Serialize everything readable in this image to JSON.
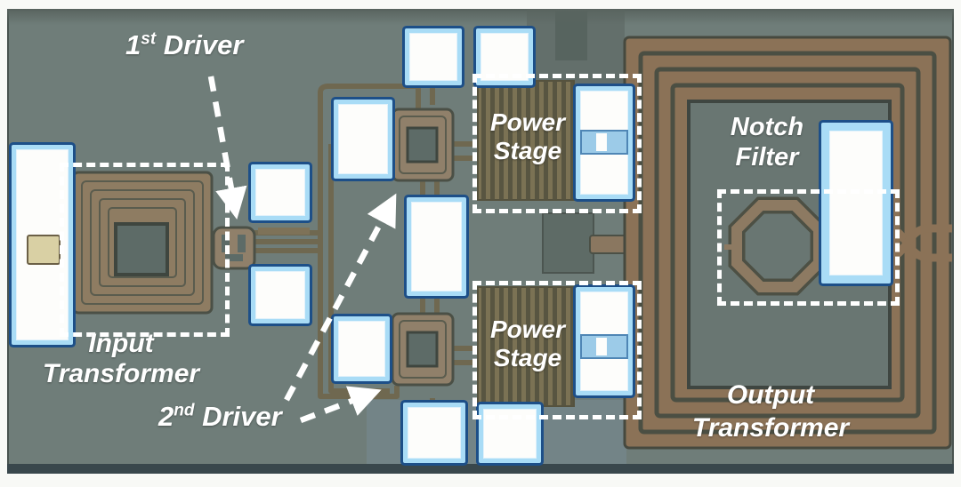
{
  "figure_kind": "annotated chip die micrograph of a power amplifier",
  "annotations": {
    "first_driver": {
      "base": "1",
      "sup": "st",
      "rest": " Driver"
    },
    "second_driver": {
      "base": "2",
      "sup": "nd",
      "rest": " Driver"
    },
    "input_transformer": {
      "line1": "Input",
      "line2": "Transformer"
    },
    "power_stage_top": {
      "line1": "Power",
      "line2": "Stage"
    },
    "power_stage_bottom": {
      "line1": "Power",
      "line2": "Stage"
    },
    "notch_filter": {
      "line1": "Notch",
      "line2": "Filter"
    },
    "output_transformer": {
      "line1": "Output",
      "line2": "Transformer"
    }
  },
  "colors": {
    "die_background": "#6f7d79",
    "coil_metal_tan": "#8e7c62",
    "output_coil_brown": "#8b7257",
    "coil_gap_dark": "#4b4f43",
    "transistor_stripe_light": "#7b7254",
    "transistor_stripe_dark": "#585541",
    "pad_fill": "#fdfdfb",
    "pad_border_lightblue": "#a9dcf6",
    "pad_outline_navy": "#1d4f88",
    "annotation_white": "#ffffff",
    "margin_white": "#f8f9f6",
    "die_bottom_band": "#39474c"
  }
}
